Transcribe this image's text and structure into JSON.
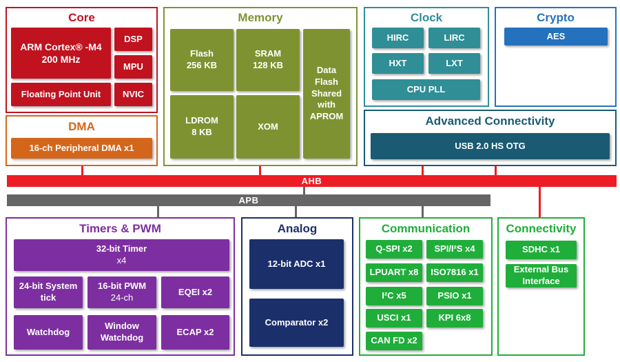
{
  "core": {
    "title": "Core",
    "cortex_line1": "ARM Cortex® -M4",
    "cortex_line2": "200 MHz",
    "dsp": "DSP",
    "mpu": "MPU",
    "nvic": "NVIC",
    "fpu": "Floating Point Unit"
  },
  "dma": {
    "title": "DMA",
    "block": "16-ch Peripheral DMA x1"
  },
  "memory": {
    "title": "Memory",
    "flash_line1": "Flash",
    "flash_line2": "256 KB",
    "sram_line1": "SRAM",
    "sram_line2": "128 KB",
    "ldrom_line1": "LDROM",
    "ldrom_line2": "8 KB",
    "xom": "XOM",
    "dataflash_lines": [
      "Data",
      "Flash",
      "Shared",
      "with",
      "APROM"
    ]
  },
  "clock": {
    "title": "Clock",
    "hirc": "HIRC",
    "lirc": "LIRC",
    "hxt": "HXT",
    "lxt": "LXT",
    "cpu_pll": "CPU PLL"
  },
  "crypto": {
    "title": "Crypto",
    "aes": "AES"
  },
  "advanced_connectivity": {
    "title": "Advanced Connectivity",
    "usb": "USB 2.0 HS OTG"
  },
  "buses": {
    "ahb": "AHB",
    "apb": "APB"
  },
  "timers": {
    "title": "Timers & PWM",
    "timer32_line1": "32-bit Timer",
    "timer32_line2": "x4",
    "systick_line1": "24-bit System",
    "systick_line2": "tick",
    "pwm_line1": "16-bit PWM",
    "pwm_line2": "24-ch",
    "eqei": "EQEI x2",
    "watchdog": "Watchdog",
    "wwdt_line1": "Window",
    "wwdt_line2": "Watchdog",
    "ecap": "ECAP x2"
  },
  "analog": {
    "title": "Analog",
    "adc": "12-bit ADC x1",
    "comparator": "Comparator x2"
  },
  "communication": {
    "title": "Communication",
    "qspi": "Q-SPI x2",
    "spi_i2s": "SPI/I²S x4",
    "lpuart": "LPUART x8",
    "iso7816": "ISO7816 x1",
    "i2c": "I²C x5",
    "psio": "PSIO x1",
    "usci": "USCI x1",
    "kpi": "KPI 6x8",
    "canfd": "CAN FD x2"
  },
  "connectivity": {
    "title": "Connectivity",
    "sdhc": "SDHC x1",
    "ebi_line1": "External Bus",
    "ebi_line2": "Interface"
  },
  "colors": {
    "core": "#c1121f",
    "memory": "#7f9231",
    "clock": "#2f8e96",
    "crypto": "#2472bd",
    "dma": "#d4661b",
    "advanced_connectivity": "#1a5a73",
    "ahb": "#ee1c24",
    "apb": "#666666",
    "timers": "#7d2ea0",
    "analog": "#1b2f6b",
    "communication": "#1fae3a"
  }
}
